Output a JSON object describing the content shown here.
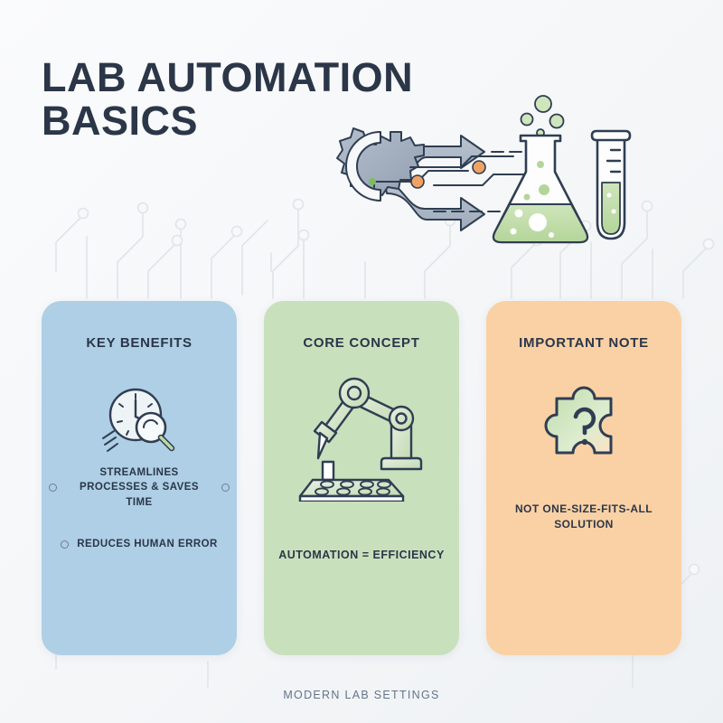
{
  "page": {
    "background_color": "#f7f8fa",
    "ink_color": "#2b3648"
  },
  "title": {
    "line1": "LAB AUTOMATION",
    "line2": "BASICS"
  },
  "hero": {
    "icon_names": [
      "gear-icon",
      "flow-arrow-icon",
      "pipeline-icon",
      "erlenmeyer-flask-icon",
      "test-tube-icon",
      "bubble-icon"
    ],
    "gear_color": "#9aa7b8",
    "arrow_color": "#aab5c4",
    "liquid_color": "#bcd9a4",
    "node_color": "#f0a265",
    "outline_color": "#2f3e52"
  },
  "cards": [
    {
      "id": "key-benefits",
      "title": "KEY BENEFITS",
      "color": "#aecfe6",
      "icon": "clock-magnifier-icon",
      "bullets": [
        {
          "text": "STREAMLINES PROCESSES & SAVES TIME",
          "markers": 2
        },
        {
          "text": "REDUCES HUMAN ERROR",
          "markers": 1
        }
      ]
    },
    {
      "id": "core-concept",
      "title": "CORE CONCEPT",
      "color": "#c9e0bd",
      "icon": "robotic-arm-microplate-icon",
      "body": "AUTOMATION = EFFICIENCY"
    },
    {
      "id": "important-note",
      "title": "IMPORTANT NOTE",
      "color": "#fad1a5",
      "icon": "puzzle-question-icon",
      "body": "NOT ONE-SIZE-FITS-ALL SOLUTION"
    }
  ],
  "footer": {
    "caption": "MODERN LAB SETTINGS"
  }
}
